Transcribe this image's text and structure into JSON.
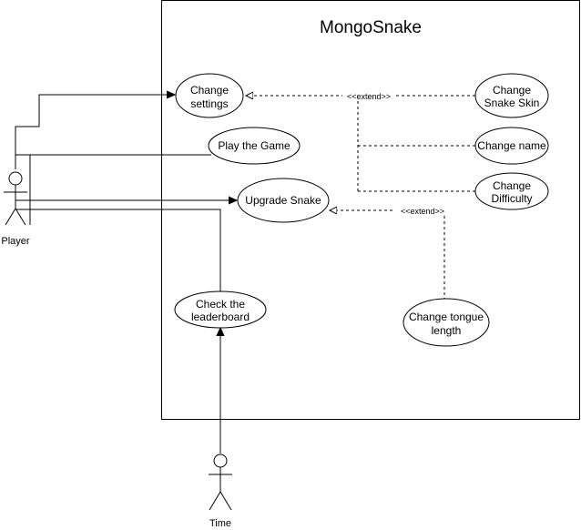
{
  "system": {
    "title": "MongoSnake"
  },
  "actors": {
    "player": {
      "label": "Player",
      "icon": "stick-figure-icon"
    },
    "time": {
      "label": "Time",
      "icon": "stick-figure-icon"
    }
  },
  "use_cases": {
    "change_settings": {
      "line1": "Change",
      "line2": "settings"
    },
    "play_game": {
      "line1": "Play the Game"
    },
    "upgrade_snake": {
      "line1": "Upgrade Snake"
    },
    "check_leaderboard": {
      "line1": "Check the",
      "line2": "leaderboard"
    },
    "change_snake_skin": {
      "line1": "Change",
      "line2": "Snake Skin"
    },
    "change_name": {
      "line1": "Change name"
    },
    "change_difficulty": {
      "line1": "Change",
      "line2": "Difficulty"
    },
    "change_tongue_length": {
      "line1": "Change tongue",
      "line2": "length"
    }
  },
  "relations": {
    "extend_settings": "<<extend>>",
    "extend_upgrade": "<<extend>>"
  },
  "colors": {
    "stroke": "#000000",
    "background": "#ffffff"
  }
}
